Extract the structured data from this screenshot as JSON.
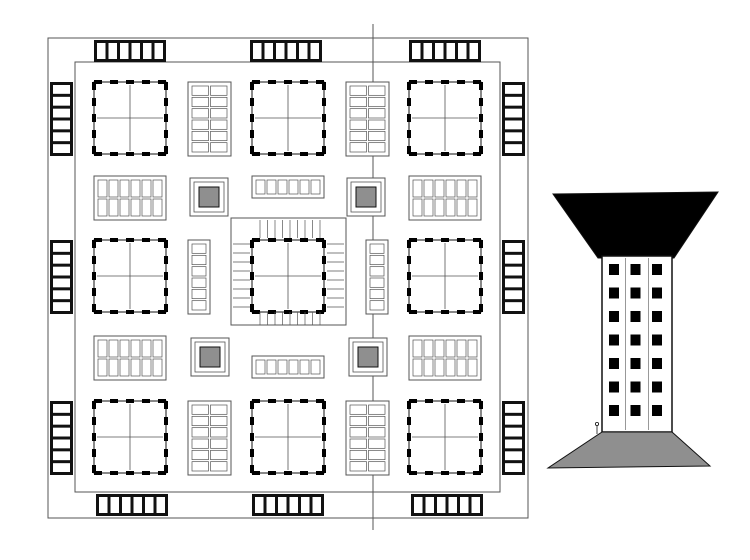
{
  "drawing": {
    "plan": {
      "tower_grid": {
        "rows": 3,
        "cols": 3
      },
      "piers_per_tower": 4
    },
    "elevation": {
      "window_columns": 3,
      "window_rows": 7
    },
    "colors": {
      "ink": "#111111",
      "paper": "#ffffff",
      "line": "#555555",
      "fill_dark": "#000000",
      "fill_mid": "#8f8f8f",
      "fill_light": "#c8c8c8"
    }
  }
}
